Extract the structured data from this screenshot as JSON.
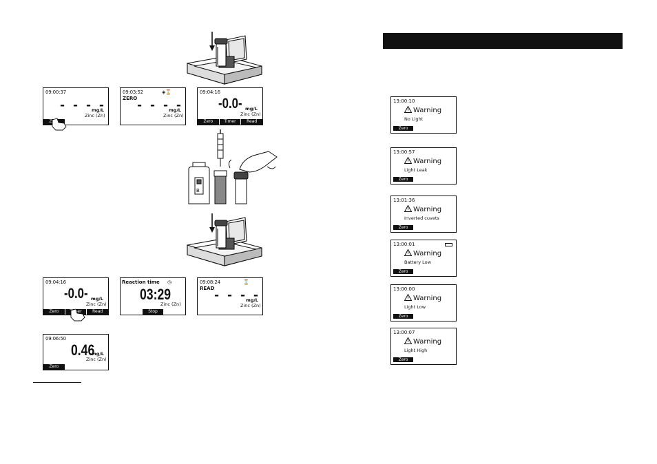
{
  "left_screens": {
    "s1": {
      "time": "09:00:37",
      "dashes": "- - - -",
      "unit": "mg/L",
      "param": "Zinc (Zn)",
      "keys": [
        "Zero",
        "",
        ""
      ]
    },
    "s2": {
      "time": "09:03:52",
      "sub": "ZERO",
      "dashes": "- - - -",
      "unit": "mg/L",
      "param": "Zinc (Zn)"
    },
    "s3": {
      "time": "09:04:16",
      "value": "-0.0-",
      "unit": "mg/L",
      "param": "Zinc (Zn)",
      "keys": [
        "Zero",
        "Timer",
        "Read"
      ]
    },
    "s4": {
      "time": "09:04:16",
      "value": "-0.0-",
      "unit": "mg/L",
      "param": "Zinc (Zn)",
      "keys": [
        "Zero",
        "Timer",
        "Read"
      ]
    },
    "s5": {
      "title": "Reaction time",
      "value": "03:29",
      "param": "Zinc (Zn)",
      "keys": [
        "Stop"
      ]
    },
    "s6": {
      "time": "09:08:24",
      "sub": "READ",
      "dashes": "- - - -",
      "unit": "mg/L",
      "param": "Zinc (Zn)"
    },
    "s7": {
      "time": "09:06:50",
      "value": "0.46",
      "unit": "mg/L",
      "param": "Zinc (Zn)",
      "keys": [
        "Zero",
        "",
        ""
      ]
    }
  },
  "bottle_label": "B",
  "warnings": [
    {
      "time": "13:00:10",
      "title": "Warning",
      "message": "No Light",
      "key": "Zero"
    },
    {
      "time": "13:00:57",
      "title": "Warning",
      "message": "Light Leak",
      "key": "Zero"
    },
    {
      "time": "13:01:36",
      "title": "Warning",
      "message": "Inverted cuvets",
      "key": "Zero"
    },
    {
      "time": "13:00:01",
      "title": "Warning",
      "message": "Battery Low",
      "key": "Zero",
      "battery_icon": true
    },
    {
      "time": "13:00:00",
      "title": "Warning",
      "message": "Light Low",
      "key": "Zero"
    },
    {
      "time": "13:00:07",
      "title": "Warning",
      "message": "Light High",
      "key": "Zero"
    }
  ],
  "colors": {
    "ink": "#111111",
    "paper": "#ffffff",
    "header": "#111111"
  }
}
